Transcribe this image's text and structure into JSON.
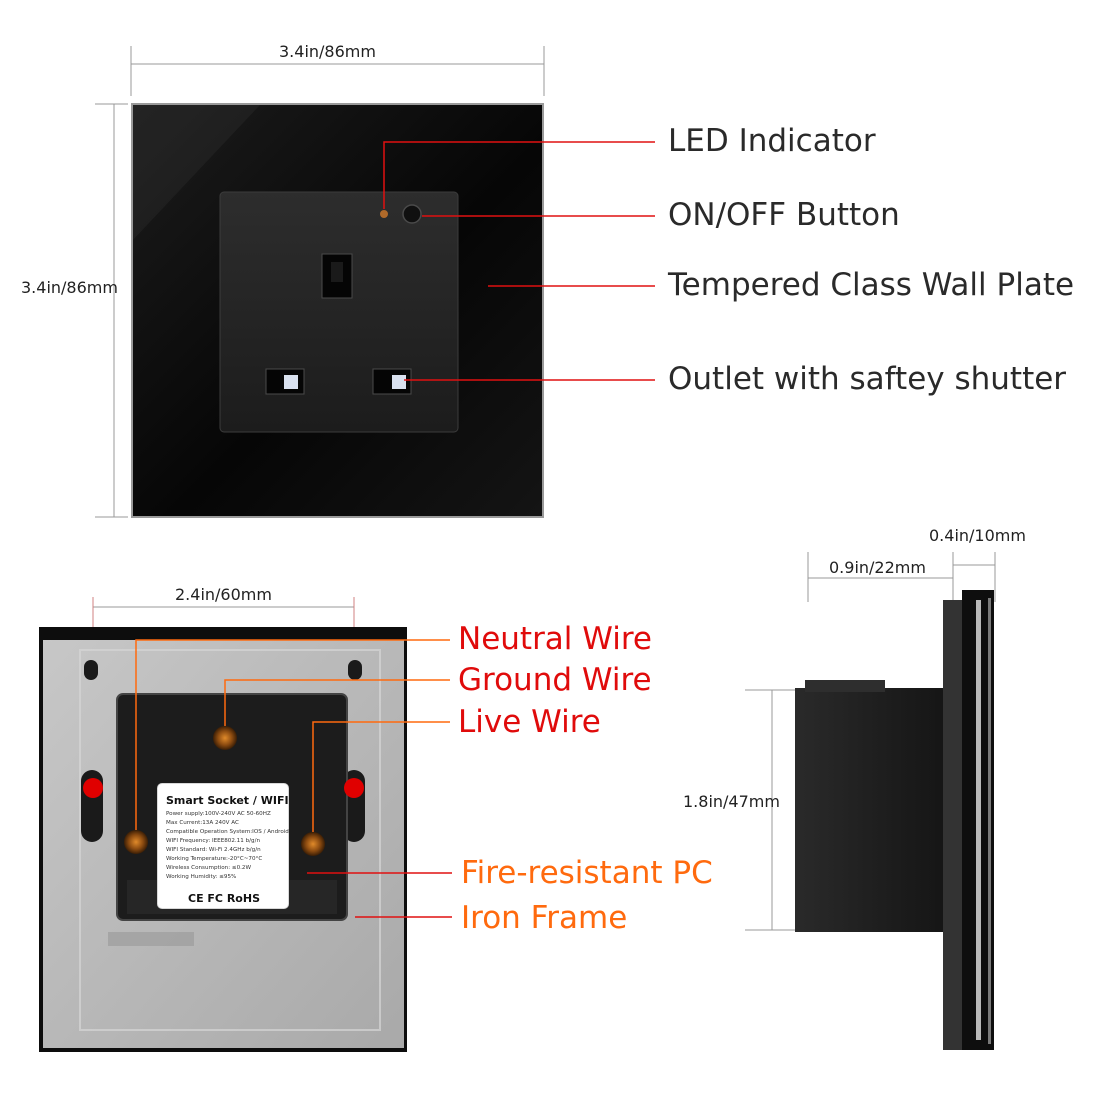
{
  "dimensions": {
    "front_width": "3.4in/86mm",
    "front_height": "3.4in/86mm",
    "back_hole_spacing": "2.4in/60mm",
    "side_depth": "0.9in/22mm",
    "side_plate_thickness": "0.4in/10mm",
    "side_height": "1.8in/47mm"
  },
  "callouts": {
    "led_indicator": "LED Indicator",
    "onoff_button": "ON/OFF Button",
    "wall_plate": "Tempered Class Wall Plate",
    "outlet": "Outlet with saftey shutter",
    "neutral_wire": "Neutral Wire",
    "ground_wire": "Ground Wire",
    "live_wire": "Live Wire",
    "fire_resistant": "Fire-resistant PC",
    "iron_frame": "Iron Frame"
  },
  "product_label": {
    "title": "Smart Socket / WIFI",
    "lines": [
      "Power supply:100V-240V AC  50-60HZ",
      "Max Current:13A  240V AC",
      "Compatible Operation System:IOS / Android",
      "WIFI Frequency: IEEE802.11 b/g/n",
      "WIFI Standard: Wi-Fi 2.4GHz b/g/n",
      "Working Temperature:-20°C~70°C",
      "Wireless Consumption: ≤0.2W",
      "Working Humidity: ≤95%"
    ],
    "certifications": "CE FC RoHS"
  },
  "colors": {
    "callout_line_red": "#e01010",
    "callout_line_orange": "#ff6a0e",
    "callout_text_red": "#e00b0b",
    "callout_text_orange": "#ff6a0e",
    "plate_black": "#0b0b0b",
    "back_gray": "#b4b4b4"
  }
}
